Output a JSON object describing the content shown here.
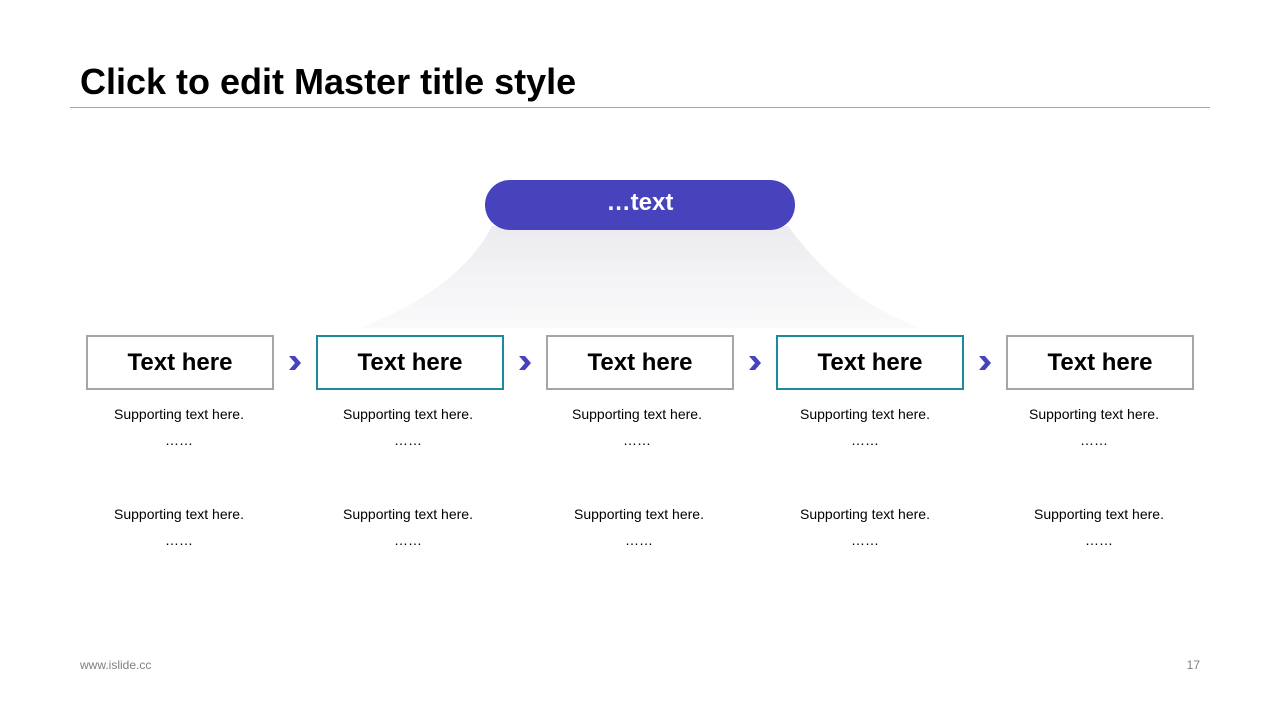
{
  "slide": {
    "title": "Click to edit Master title style",
    "pill_text": "…text",
    "footer_url": "www.islide.cc",
    "page_number": "17"
  },
  "colors": {
    "accent_purple": "#4643bd",
    "accent_teal": "#1d8a9b",
    "box_border_gray": "#a6a6a6"
  },
  "steps": [
    {
      "label": "Text here",
      "support_1": "Supporting text here.",
      "dots_1": "……",
      "support_2": "Supporting text here.",
      "dots_2": "……"
    },
    {
      "label": "Text here",
      "support_1": "Supporting text here.",
      "dots_1": "……",
      "support_2": "Supporting text here.",
      "dots_2": "……"
    },
    {
      "label": "Text here",
      "support_1": "Supporting text here.",
      "dots_1": "……",
      "support_2": "Supporting text here.",
      "dots_2": "……"
    },
    {
      "label": "Text here",
      "support_1": "Supporting text here.",
      "dots_1": "……",
      "support_2": "Supporting text here.",
      "dots_2": "……"
    },
    {
      "label": "Text here",
      "support_1": "Supporting text here.",
      "dots_1": "……",
      "support_2": "Supporting text here.",
      "dots_2": "……"
    }
  ]
}
